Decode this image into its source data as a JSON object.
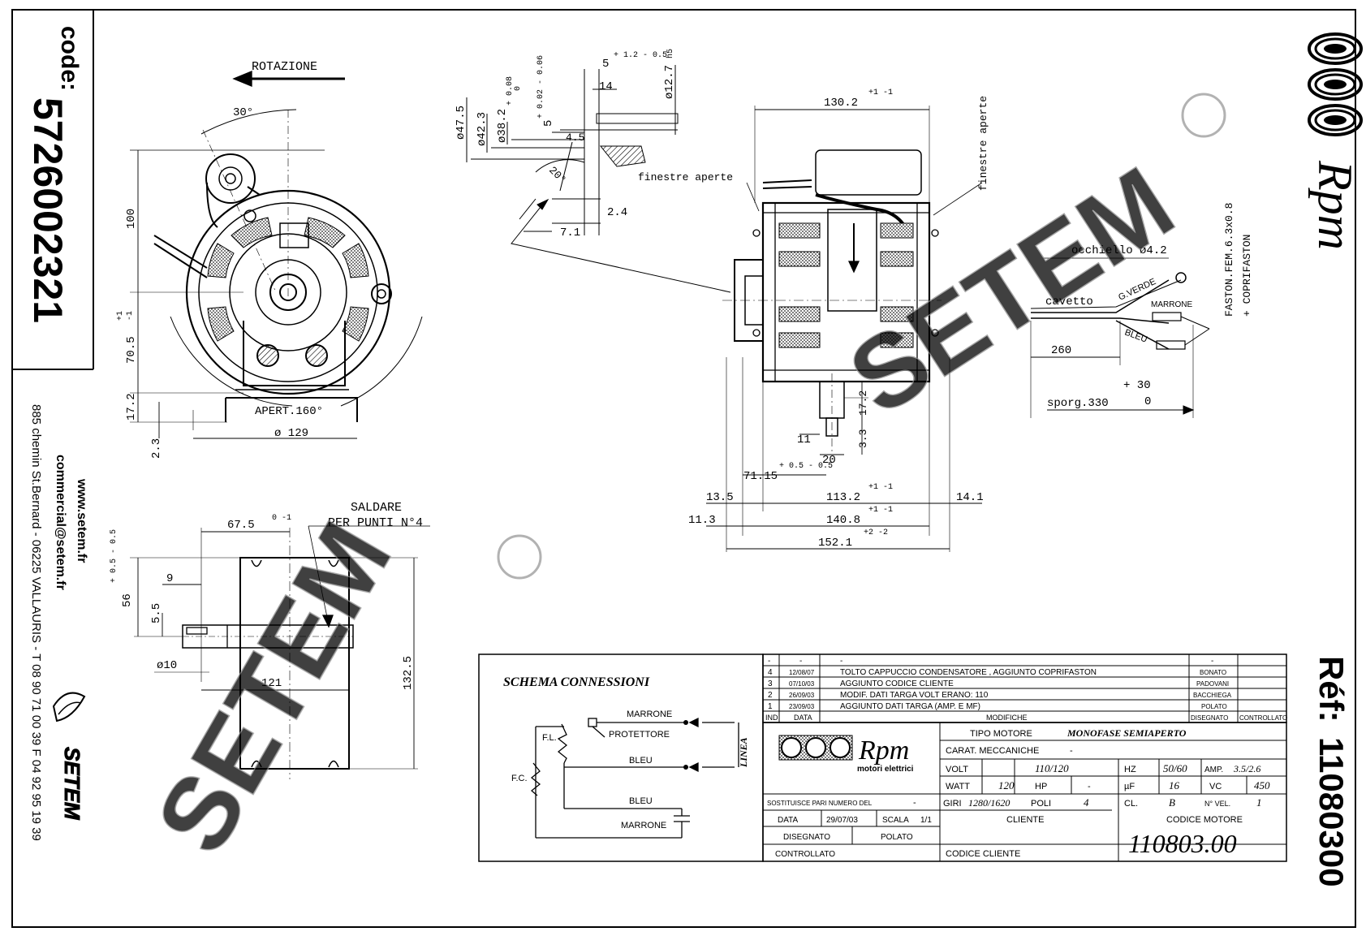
{
  "left_strip": {
    "code_label": "code:",
    "code_value": "5726002321",
    "website": "www.setem.fr",
    "email": "commercial@setem.fr",
    "address": "885 chemin St.Bernard - 06225 VALLAURIS - T 08 90 71 00 39  F 04 92 95 19 39",
    "logo_text": "SETEM"
  },
  "right_strip": {
    "brand": "Rpm",
    "ref_label": "Réf:",
    "ref_value": "11080300"
  },
  "watermark": "SETEM",
  "front_view": {
    "rotation_label": "ROTAZIONE",
    "angle_30": "30°",
    "dim_100": "100",
    "dim_70_5": "70.5",
    "tol_70_5_plus": "+1",
    "tol_70_5_minus": "-1",
    "dim_17_2": "17.2",
    "dim_2_3": "2.3",
    "aperture": "APERT.160°",
    "diameter_129": "ø 129"
  },
  "shaft_detail": {
    "d_47_5": "ø47.5",
    "d_42_3": "ø42.3",
    "d_38_2": "ø38.2",
    "tol_38_2_a": "+ 0.08",
    "tol_38_2_b": "0",
    "d_12_7": "ø12.7",
    "tol_12_7": "h5",
    "dim_5_top": "5",
    "tol_5_top": "+ 1.2  - 0.5",
    "dim_14": "14",
    "dim_5_mid": "5",
    "tol_5_mid": "+ 0.02  - 0.06",
    "dim_4_5": "4.5",
    "angle_20": "20°",
    "dim_2_4": "2.4",
    "dim_7_1": "7.1"
  },
  "side_view": {
    "dim_130_2": "130.2",
    "tol_130_2": "+1  -1",
    "finestre_left": "finestre aperte",
    "finestre_right": "finestre aperte",
    "dim_17_2": "17.2",
    "dim_3_3": "3.3",
    "dim_11": "11",
    "dim_20": "20",
    "dim_71_15": "71.15",
    "tol_71_15": "+ 0.5  - 0.5",
    "dim_13_5": "13.5",
    "dim_113_2": "113.2",
    "tol_113_2": "+1  -1",
    "dim_14_1": "14.1",
    "dim_11_3": "11.3",
    "dim_140_8": "140.8",
    "tol_140_8": "+1  -1",
    "dim_152_1": "152.1",
    "tol_152_1": "+2  -2"
  },
  "cable": {
    "occhiello": "occhiello ø4.2",
    "cavetto": "cavetto",
    "g_verde": "G.VERDE",
    "marrone": "MARRONE",
    "bleu": "BLEU",
    "dim_260": "260",
    "tol_plus_30": "+ 30",
    "sporg": "sporg.330",
    "tol_zero": "0",
    "faston_1": "FASTON.FEM.6.3x0.8",
    "faston_2": "+ COPRIFASTON"
  },
  "bracket_view": {
    "saldare_1": "SALDARE",
    "saldare_2": "PER PUNTI N°4",
    "dim_67_5": "67.5",
    "tol_67_5": "0  -1",
    "dim_56": "56",
    "tol_56": "+ 0.5  - 0.5",
    "dim_9": "9",
    "dim_5_5": "5.5",
    "d_10": "ø10",
    "dim_121": "121",
    "dim_132_5": "132.5"
  },
  "schema": {
    "title": "SCHEMA CONNESSIONI",
    "marrone_top": "MARRONE",
    "protettore": "PROTETTORE",
    "bleu_mid": "BLEU",
    "bleu_low": "BLEU",
    "marrone_bottom": "MARRONE",
    "fl": "F.L.",
    "fc": "F.C.",
    "linea": "LINEA"
  },
  "revisions": {
    "header": [
      "-",
      "-",
      "-",
      "-"
    ],
    "rows": [
      {
        "n": "4",
        "date": "12/08/07",
        "desc": "TOLTO CAPPUCCIO  CONDENSATORE , AGGIUNTO COPRIFASTON",
        "by": "BONATO"
      },
      {
        "n": "3",
        "date": "07/10/03",
        "desc": "AGGIUNTO CODICE CLIENTE",
        "by": "PADOVANI"
      },
      {
        "n": "2",
        "date": "26/09/03",
        "desc": "MODIF. DATI TARGA VOLT ERANO: 110",
        "by": "BACCHIEGA"
      },
      {
        "n": "1",
        "date": "23/09/03",
        "desc": "AGGIUNTO DATI TARGA (AMP. E MF)",
        "by": "POLATO"
      }
    ],
    "col_ind": "IND",
    "col_data": "DATA",
    "col_modifiche": "MODIFICHE",
    "col_disegnato": "DISEGNATO",
    "col_controllato": "CONTROLLATO"
  },
  "title_block": {
    "brand": "Rpm",
    "brand_sub": "motori elettrici",
    "tipo_motore_label": "TIPO MOTORE",
    "tipo_motore_value": "MONOFASE SEMIAPERTO",
    "carat_label": "CARAT. MECCANICHE",
    "carat_value": "-",
    "volt_label": "VOLT",
    "volt_value": "110/120",
    "hz_label": "HZ",
    "hz_value": "50/60",
    "amp_label": "AMP.",
    "amp_value": "3.5/2.6",
    "watt_label": "WATT",
    "watt_value": "120",
    "hp_label": "HP",
    "hp_value": "-",
    "uf_label": "µF",
    "uf_value": "16",
    "vc_label": "VC",
    "vc_value": "450",
    "giri_label": "GIRI",
    "giri_value": "1280/1620",
    "poli_label": "POLI",
    "poli_value": "4",
    "cl_label": "CL.",
    "cl_value": "B",
    "nvel_label": "N° VEL.",
    "nvel_value": "1",
    "sostituisce_label": "SOSTITUISCE PARI NUMERO DEL",
    "sostituisce_value": "-",
    "data_label": "DATA",
    "data_value": "29/07/03",
    "scala_label": "SCALA",
    "scala_value": "1/1",
    "disegnato_label": "DISEGNATO",
    "disegnato_value": "POLATO",
    "controllato_label": "CONTROLLATO",
    "cliente_label": "CLIENTE",
    "codice_cliente_label": "CODICE CLIENTE",
    "codice_motore_label": "CODICE MOTORE",
    "codice_motore_value": "110803.00"
  }
}
